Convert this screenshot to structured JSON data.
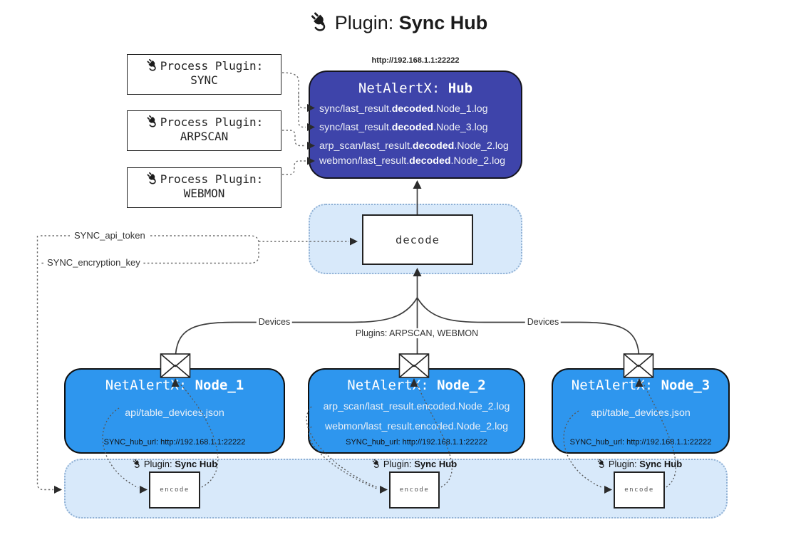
{
  "title": {
    "prefix": "Plugin: ",
    "bold": "Sync Hub"
  },
  "icons": {
    "plug": "power-plug",
    "envelope": "envelope"
  },
  "process_plugins": [
    {
      "label": "Process Plugin:",
      "name": "SYNC"
    },
    {
      "label": "Process Plugin:",
      "name": "ARPSCAN"
    },
    {
      "label": "Process Plugin:",
      "name": "WEBMON"
    }
  ],
  "hub": {
    "url": "http://192.168.1.1:22222",
    "title_prefix": "NetAlertX: ",
    "title_bold": "Hub",
    "logs": [
      {
        "pre": "sync/last_result.",
        "bold": "decoded",
        "post": ".Node_1.log"
      },
      {
        "pre": "sync/last_result.",
        "bold": "decoded",
        "post": ".Node_3.log"
      },
      {
        "pre": "arp_scan/last_result.",
        "bold": "decoded",
        "post": ".Node_2.log"
      },
      {
        "pre": "webmon/last_result.",
        "bold": "decoded",
        "post": ".Node_2.log"
      }
    ]
  },
  "decode": {
    "label": "decode"
  },
  "secrets": {
    "api_token": "SYNC_api_token",
    "encryption_key": "SYNC_encryption_key"
  },
  "edges": {
    "devices_left": "Devices",
    "devices_right": "Devices",
    "plugins_center": "Plugins: ARPSCAN, WEBMON"
  },
  "nodes": [
    {
      "title_prefix": "NetAlertX: ",
      "title_bold": "Node_1",
      "files": [
        "api/table_devices.json"
      ],
      "hub_url": "SYNC_hub_url: http://192.168.1.1:22222"
    },
    {
      "title_prefix": "NetAlertX: ",
      "title_bold": "Node_2",
      "files": [
        "arp_scan/last_result.encoded.Node_2.log",
        "webmon/last_result.encoded.Node_2.log"
      ],
      "hub_url": "SYNC_hub_url: http://192.168.1.1:22222"
    },
    {
      "title_prefix": "NetAlertX: ",
      "title_bold": "Node_3",
      "files": [
        "api/table_devices.json"
      ],
      "hub_url": "SYNC_hub_url: http://192.168.1.1:22222"
    }
  ],
  "band": {
    "plugin_prefix": "Plugin: ",
    "plugin_bold": "Sync Hub",
    "encode": "encode"
  },
  "colors": {
    "hub-fill": "#3e44aa",
    "node-fill": "#2e96ee",
    "panel-fill": "#d8e9fa",
    "panel-border": "#8fb0d4",
    "line": "#3d3d3d",
    "dotted": "#6f6f6f"
  }
}
